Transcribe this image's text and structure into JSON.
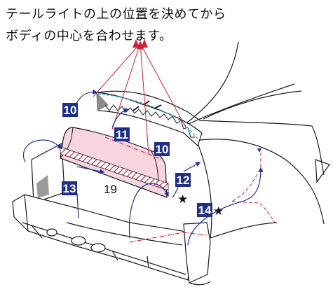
{
  "instructions": {
    "line1": "テールライトの上の位置を決めてから",
    "line2": "ボディの中心を合わせます。"
  },
  "callouts": [
    {
      "id": "callout-10-top",
      "label": "10"
    },
    {
      "id": "callout-11",
      "label": "11"
    },
    {
      "id": "callout-10-right",
      "label": "10"
    },
    {
      "id": "callout-12",
      "label": "12"
    },
    {
      "id": "callout-13",
      "label": "13"
    },
    {
      "id": "callout-14",
      "label": "14"
    }
  ],
  "part_number": "19",
  "star_symbol": "★",
  "colors": {
    "badge_fill": "#1f2f86",
    "outline": "#1a1a1a",
    "guide_blue": "#23309a",
    "guide_red": "#d2203a",
    "pink_fill": "#f6d5df",
    "cyan_edge": "#28a7d8"
  }
}
